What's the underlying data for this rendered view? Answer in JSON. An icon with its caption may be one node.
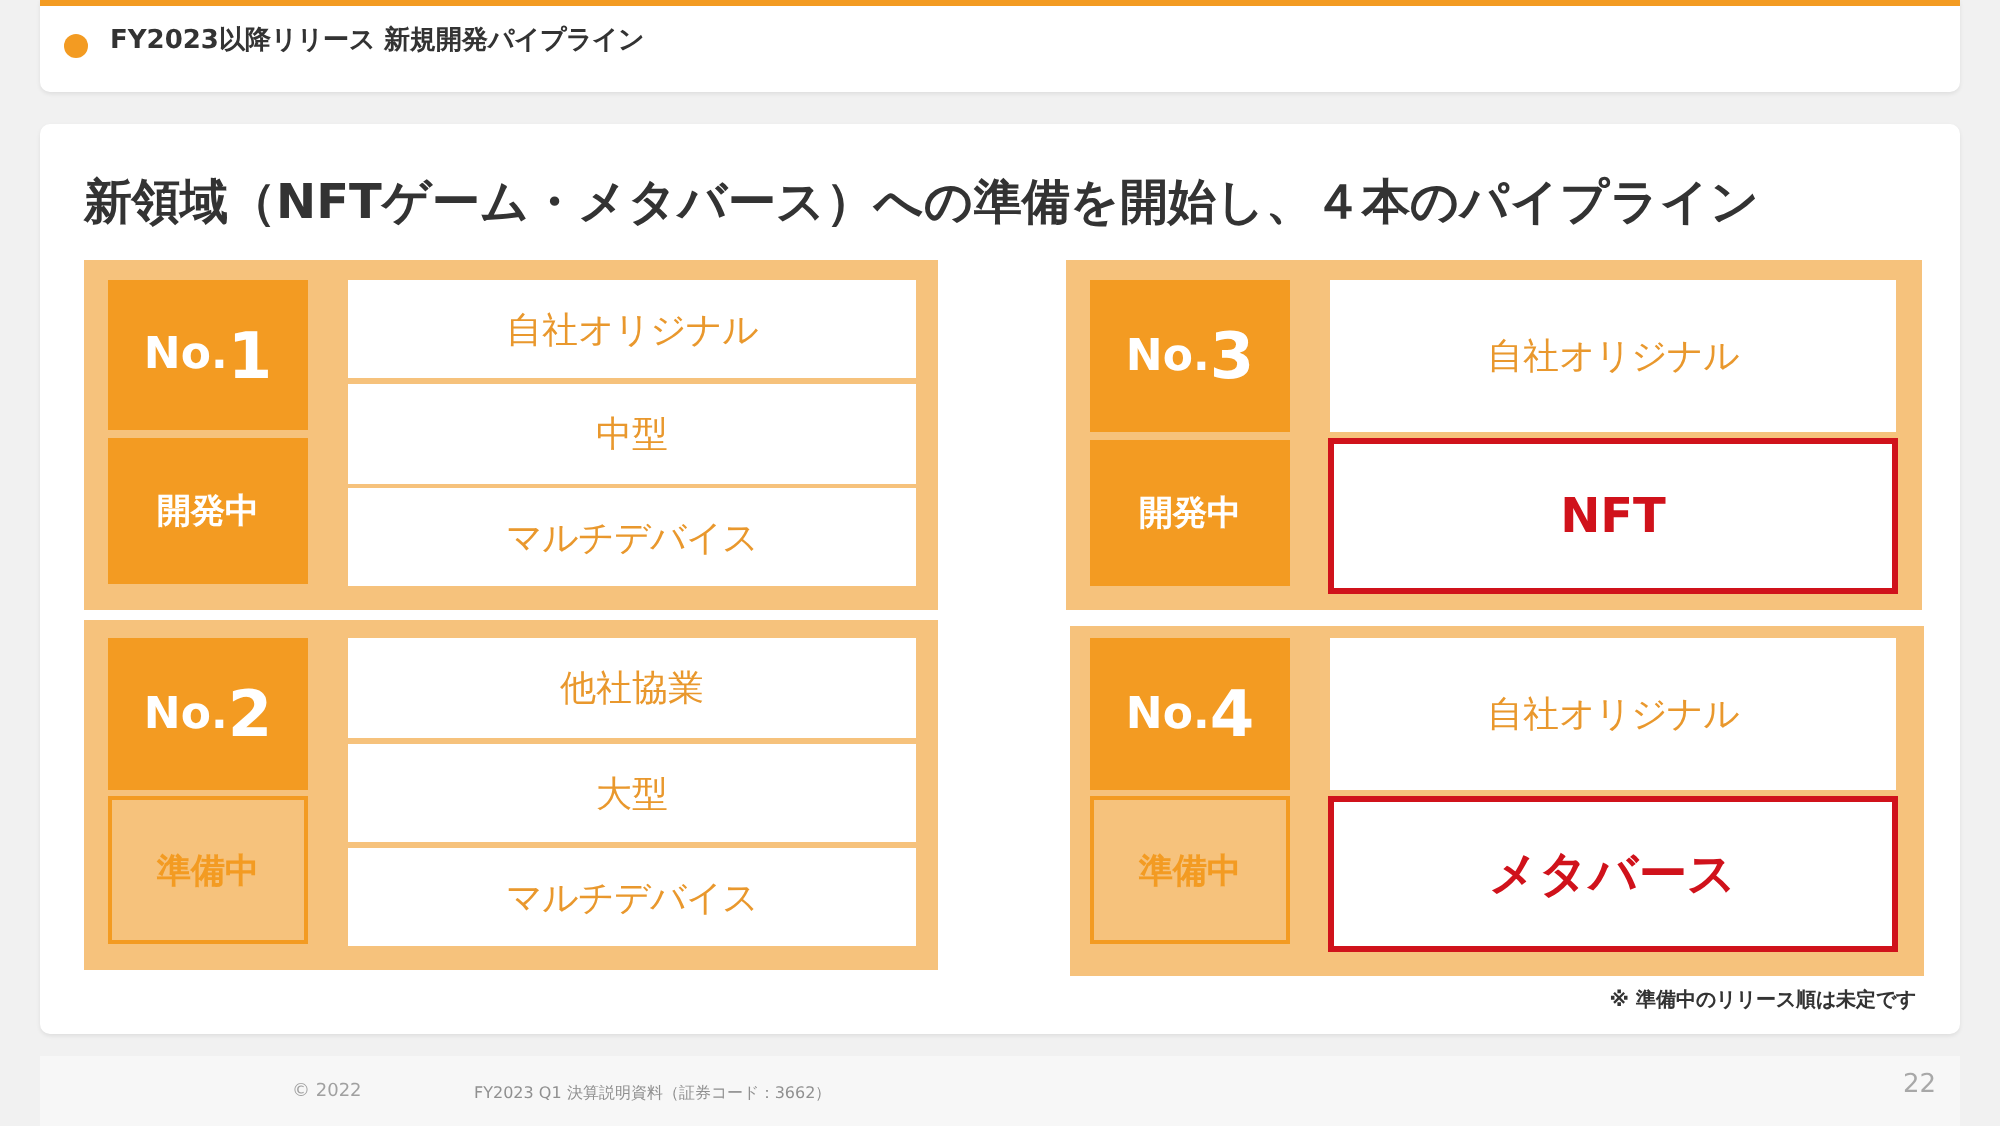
{
  "diagram": {
    "title": "新領域（NFTゲーム・メタバース）への準備を開始し、４本のパイプライン",
    "nodes": [
      {
        "text": [],
        "shape": "box"
      },
      {
        "text": [
          "No.1"
        ],
        "in": 0
      },
      {
        "text": [
          "開発中"
        ],
        "in": 0
      },
      {
        "text": [
          "自社オリジナル"
        ],
        "in": 0
      },
      {
        "text": [
          "中型"
        ],
        "in": 0
      },
      {
        "text": [
          "マルチデバイス"
        ],
        "in": 0
      },
      {
        "text": [],
        "shape": "box"
      },
      {
        "text": [
          "No.2"
        ],
        "in": 6
      },
      {
        "text": [
          "準備中"
        ],
        "in": 6
      },
      {
        "text": [
          "他社協業"
        ],
        "in": 6
      },
      {
        "text": [
          "大型"
        ],
        "in": 6
      },
      {
        "text": [
          "マルチデバイス"
        ],
        "in": 6
      },
      {
        "text": [],
        "shape": "box"
      },
      {
        "text": [
          "No.3"
        ],
        "in": 12
      },
      {
        "text": [
          "開発中"
        ],
        "in": 12
      },
      {
        "text": [
          "自社オリジナル"
        ],
        "in": 12
      },
      {
        "text": [
          "NFT"
        ],
        "in": 12
      },
      {
        "text": [],
        "shape": "box"
      },
      {
        "text": [
          "No.4"
        ],
        "in": 17
      },
      {
        "text": [
          "準備中"
        ],
        "in": 17
      },
      {
        "text": [
          "自社オリジナル"
        ],
        "in": 17
      },
      {
        "text": [
          "メタバース"
        ],
        "in": 17
      }
    ],
    "labels": [
      "FY2023以降リリース 新規開発パイプライン",
      "※ 準備中のリリース順は未定です",
      "© 2022",
      "FY2023 Q1 決算説明資料（証券コード：3662）",
      "22"
    ]
  }
}
